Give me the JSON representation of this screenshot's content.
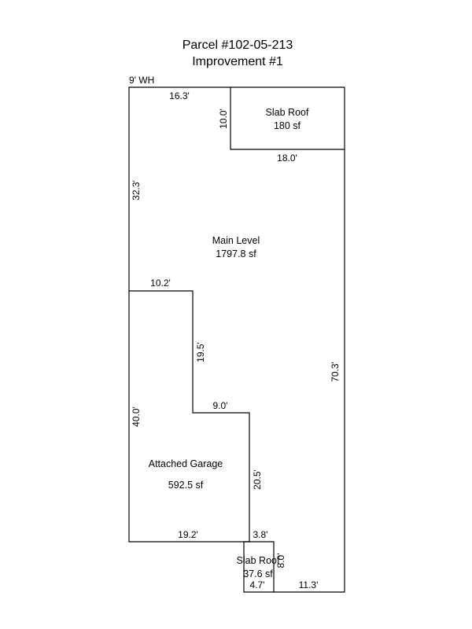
{
  "title": {
    "line1": "Parcel #102-05-213",
    "line2": "Improvement #1"
  },
  "note": "9' WH",
  "areas": {
    "slab_top": {
      "name": "Slab Roof",
      "size": "180 sf"
    },
    "main": {
      "name": "Main Level",
      "size": "1797.8 sf"
    },
    "garage": {
      "name": "Attached Garage",
      "size": "592.5 sf"
    },
    "slab_bottom": {
      "name": "Slab Roof",
      "size": "37.6 sf"
    }
  },
  "dimensions": {
    "top_left": "16.3'",
    "slab_top_height": "10.0'",
    "slab_top_width": "18.0'",
    "upper_left_side": "32.3'",
    "garage_top": "10.2'",
    "garage_step_height": "19.5'",
    "garage_step_width": "9.0'",
    "garage_left": "40.0'",
    "garage_right": "20.5'",
    "garage_bottom": "19.2'",
    "right_side": "70.3'",
    "notch_width": "3.8'",
    "slab_bottom_height": "8.0'",
    "slab_bottom_width": "4.7'",
    "bottom_right": "11.3'"
  },
  "colors": {
    "line": "#000000",
    "background": "#ffffff"
  }
}
